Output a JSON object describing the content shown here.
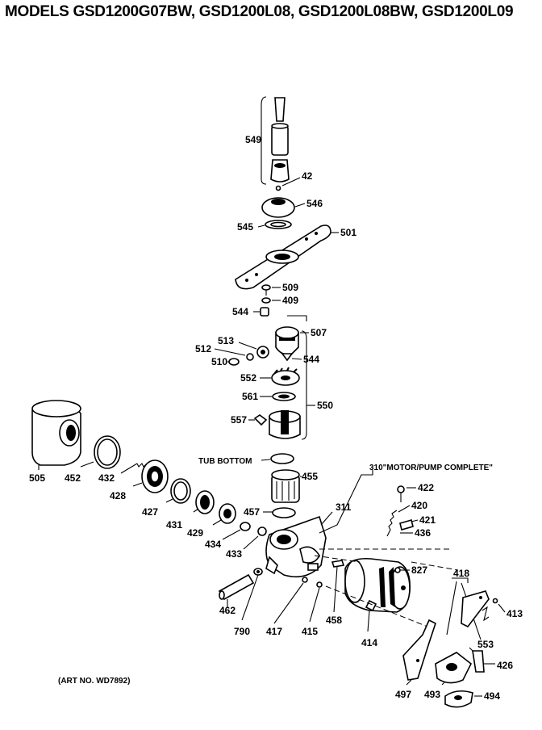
{
  "title": "MODELS GSD1200G07BW, GSD1200L08, GSD1200L08BW, GSD1200L09",
  "art_number": "(ART NO. WD7892)",
  "callouts": {
    "tub_bottom": "TUB BOTTOM",
    "motor_pump_complete": "310\"MOTOR/PUMP COMPLETE\""
  },
  "parts": {
    "p549": "549",
    "p42": "42",
    "p546": "546",
    "p545": "545",
    "p501": "501",
    "p509": "509",
    "p409": "409",
    "p544a": "544",
    "p513": "513",
    "p507": "507",
    "p512": "512",
    "p510": "510",
    "p544b": "544",
    "p552": "552",
    "p561": "561",
    "p550": "550",
    "p557": "557",
    "p505": "505",
    "p452": "452",
    "p432": "432",
    "p428": "428",
    "p427": "427",
    "p431": "431",
    "p429": "429",
    "p434": "434",
    "p433": "433",
    "p455": "455",
    "p457": "457",
    "p311": "311",
    "p422": "422",
    "p420": "420",
    "p421": "421",
    "p436": "436",
    "p827": "827",
    "p418": "418",
    "p413": "413",
    "p553": "553",
    "p462": "462",
    "p790": "790",
    "p417": "417",
    "p415": "415",
    "p458": "458",
    "p414": "414",
    "p426": "426",
    "p497": "497",
    "p493": "493",
    "p494": "494"
  }
}
